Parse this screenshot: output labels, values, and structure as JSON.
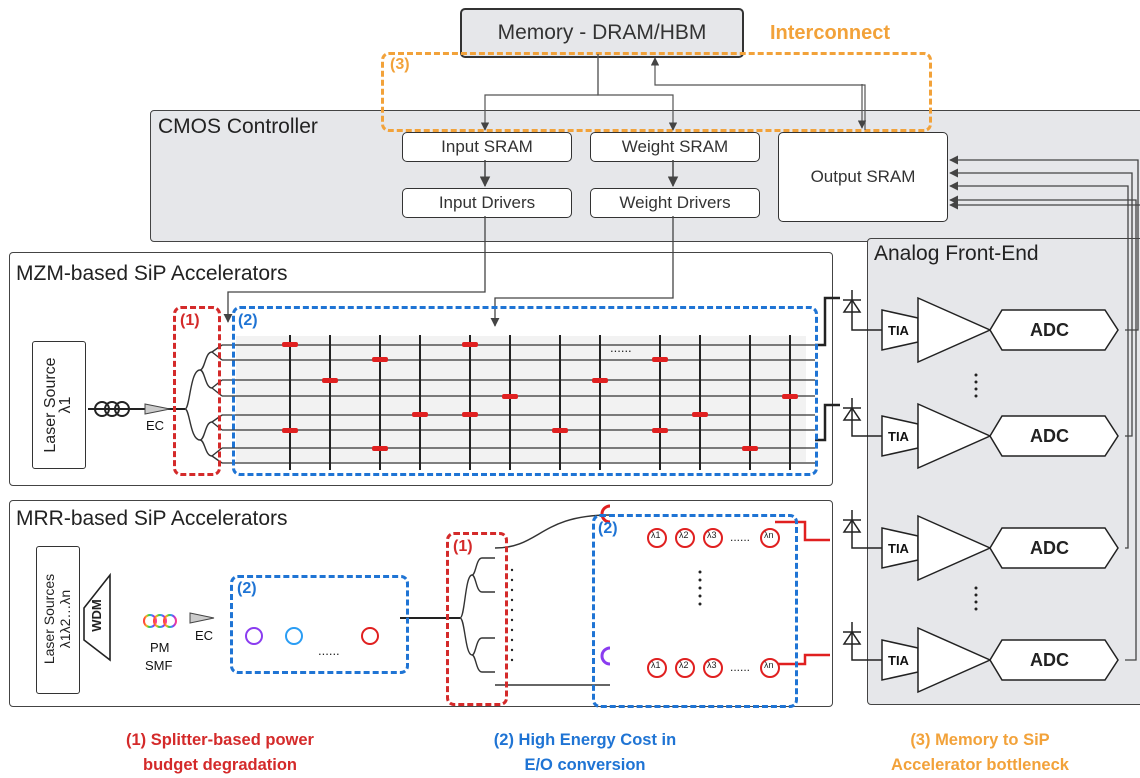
{
  "memory": {
    "label": "Memory - DRAM/HBM"
  },
  "interconnect": {
    "label": "Interconnect",
    "tag": "(3)"
  },
  "cmos": {
    "title": "CMOS Controller",
    "input_sram": "Input SRAM",
    "weight_sram": "Weight SRAM",
    "input_drivers": "Input Drivers",
    "weight_drivers": "Weight Drivers",
    "output_sram": "Output SRAM"
  },
  "mzm": {
    "title": "MZM-based SiP Accelerators",
    "laser_line1": "Laser Source",
    "laser_line2": "λ1",
    "ec": "EC",
    "tag1": "(1)",
    "tag2": "(2)",
    "dots": "......"
  },
  "mrr": {
    "title": "MRR-based SiP Accelerators",
    "laser_line1": "Laser Sources",
    "laser_line2": "λ1λ2…λn",
    "wdm": "WDM",
    "pm": "PM",
    "smf": "SMF",
    "ec": "EC",
    "tag1": "(1)",
    "tag2a": "(2)",
    "tag2b": "(2)",
    "dots": "......",
    "ring_labels": [
      "λ1",
      "λ2",
      "λ3",
      "λn"
    ]
  },
  "afe": {
    "title": "Analog Front-End",
    "tia": "TIA",
    "adc": "ADC"
  },
  "legend": {
    "l1_line1": "(1) Splitter-based power",
    "l1_line2": "budget degradation",
    "l2_line1": "(2) High Energy Cost in",
    "l2_line2": "E/O conversion",
    "l3_line1": "(3) Memory to SiP",
    "l3_line2": "Accelerator bottleneck"
  },
  "colors": {
    "red": "#d42a2a",
    "blue": "#1f74d4",
    "orange": "#f2a23a",
    "panel_gray": "#e6e7ea"
  }
}
